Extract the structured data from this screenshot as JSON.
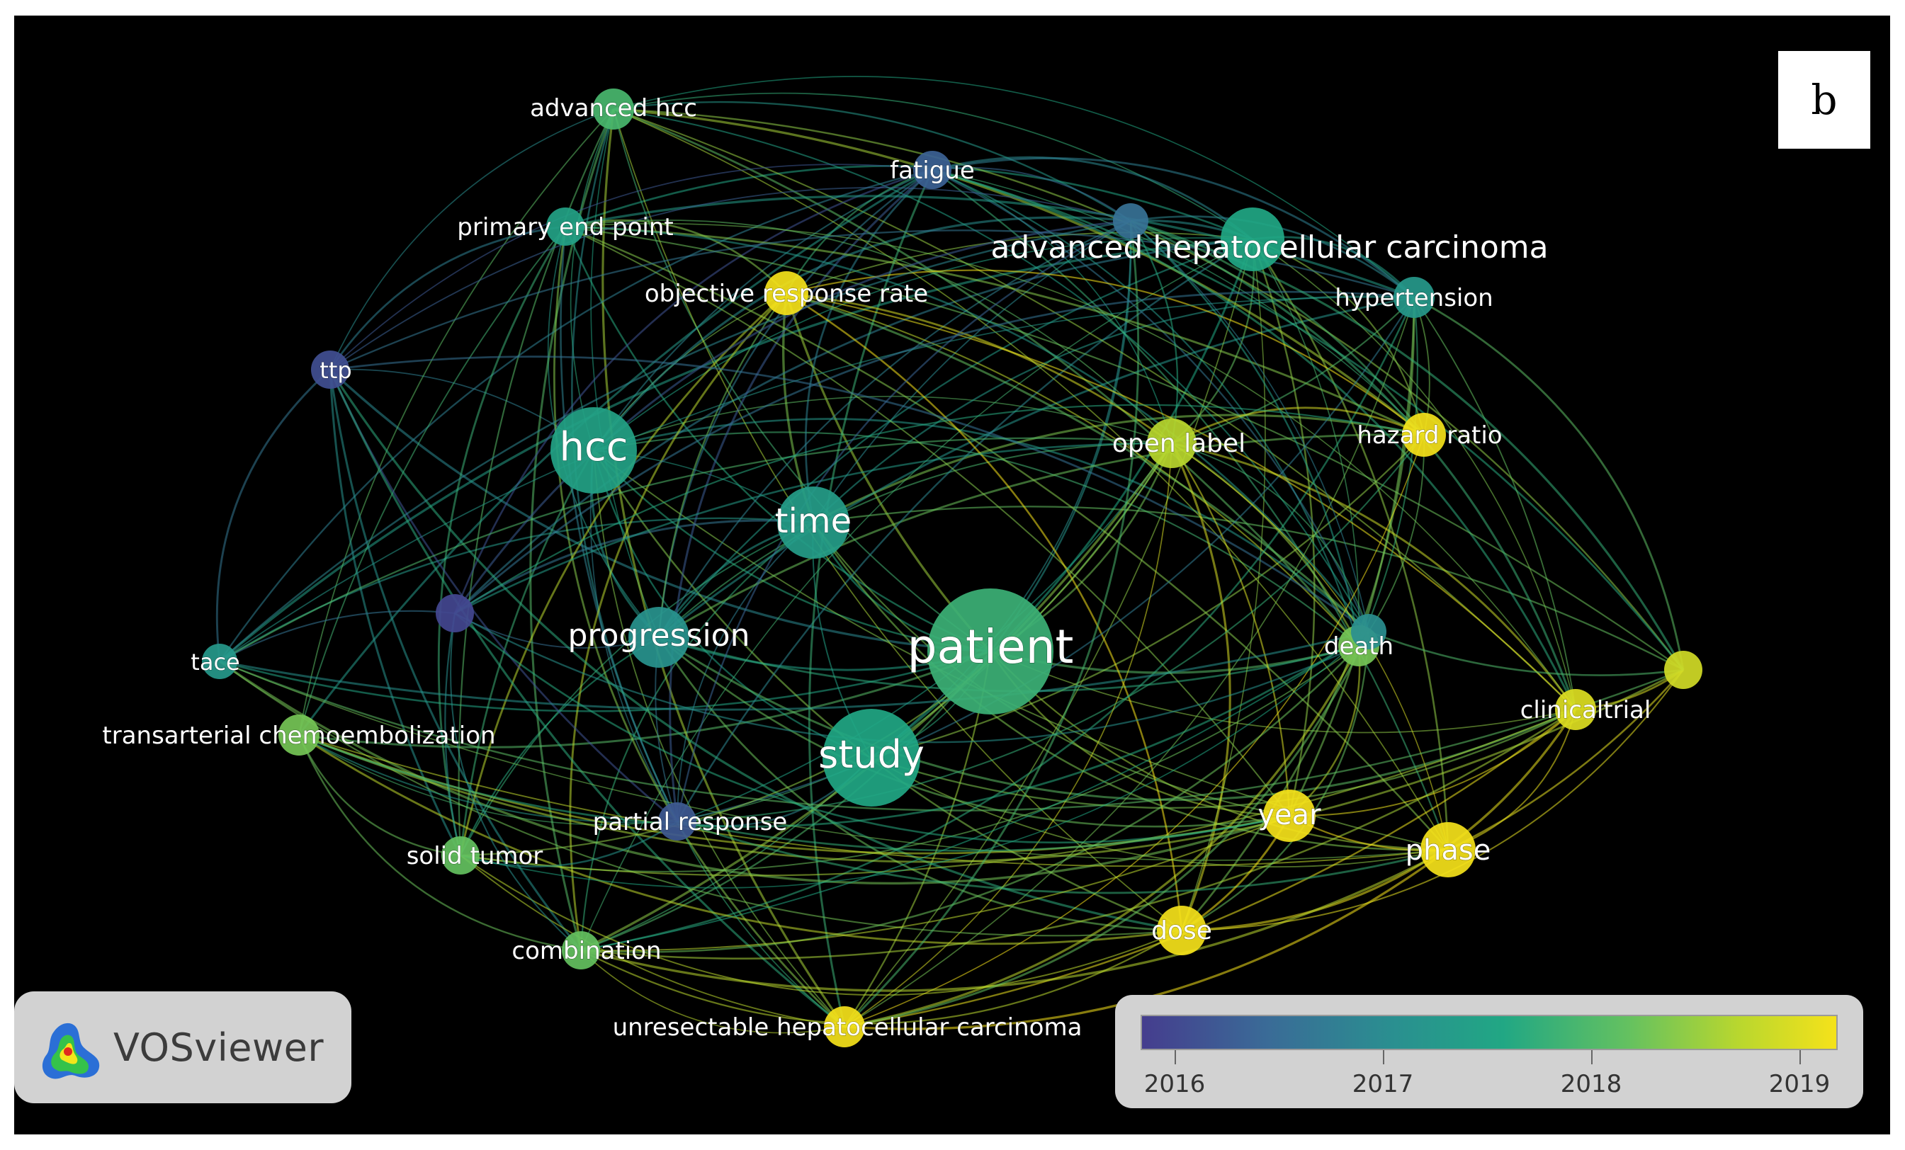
{
  "panel_label": "b",
  "brand": {
    "name": "VOSviewer",
    "icon": "vosviewer-logo-icon"
  },
  "legend": {
    "ticks": [
      {
        "label": "2016",
        "year": 2016
      },
      {
        "label": "2017",
        "year": 2017
      },
      {
        "label": "2018",
        "year": 2018
      },
      {
        "label": "2019",
        "year": 2019
      }
    ],
    "gradient_colors": [
      "#453d8e",
      "#3a6b97",
      "#2a8f90",
      "#21a784",
      "#64c160",
      "#b9d72e",
      "#f5e21a"
    ]
  },
  "nodes": [
    {
      "id": "patient",
      "label": "patient",
      "size": 4.0,
      "year": 2017.7
    },
    {
      "id": "study",
      "label": "study",
      "size": 3.0,
      "year": 2017.5
    },
    {
      "id": "hcc",
      "label": "hcc",
      "size": 2.6,
      "year": 2017.4
    },
    {
      "id": "time",
      "label": "time",
      "size": 2.1,
      "year": 2017.3
    },
    {
      "id": "progression",
      "label": "progression",
      "size": 1.7,
      "year": 2017.1
    },
    {
      "id": "advanced-hepatocellular-carcinoma",
      "label": "advanced hepatocellular carcinoma",
      "size": 1.8,
      "year": 2017.5
    },
    {
      "id": "advanced-hcc",
      "label": "advanced hcc",
      "size": 1.0,
      "year": 2017.8
    },
    {
      "id": "fatigue",
      "label": "fatigue",
      "size": 0.9,
      "year": 2016.4
    },
    {
      "id": "primary-end-point",
      "label": "primary end point",
      "size": 0.9,
      "year": 2017.4
    },
    {
      "id": "objective-response-rate",
      "label": "objective response rate",
      "size": 1.1,
      "year": 2019.0
    },
    {
      "id": "hypertension",
      "label": "hypertension",
      "size": 1.0,
      "year": 2017.2
    },
    {
      "id": "ttp",
      "label": "ttp",
      "size": 0.9,
      "year": 2016.2
    },
    {
      "id": "open-label",
      "label": "open label",
      "size": 1.3,
      "year": 2018.5
    },
    {
      "id": "hazard-ratio",
      "label": "hazard ratio",
      "size": 1.1,
      "year": 2019.0
    },
    {
      "id": "death",
      "label": "death",
      "size": 1.0,
      "year": 2018.1
    },
    {
      "id": "tace",
      "label": "tace",
      "size": 0.8,
      "year": 2017.2
    },
    {
      "id": "transarterial-chemoembolization",
      "label": "transarterial chemoembolization",
      "size": 1.0,
      "year": 2018.1
    },
    {
      "id": "clinicaltrial",
      "label": "clinicaltrial",
      "size": 1.0,
      "year": 2018.8
    },
    {
      "id": "partial-response",
      "label": "partial response",
      "size": 0.9,
      "year": 2016.3
    },
    {
      "id": "year",
      "label": "year",
      "size": 1.4,
      "year": 2019.0
    },
    {
      "id": "phase",
      "label": "phase",
      "size": 1.5,
      "year": 2019.0
    },
    {
      "id": "solid-tumor",
      "label": "solid tumor",
      "size": 0.9,
      "year": 2018.0
    },
    {
      "id": "dose",
      "label": "dose",
      "size": 1.3,
      "year": 2019.0
    },
    {
      "id": "combination",
      "label": "combination",
      "size": 0.9,
      "year": 2018.0
    },
    {
      "id": "unresectable-hepatocellular-carcinoma",
      "label": "unresectable hepatocellular carcinoma",
      "size": 1.0,
      "year": 2019.0
    },
    {
      "id": "unlabeled-purple",
      "label": "",
      "size": 0.9,
      "year": 2016.1
    },
    {
      "id": "unlabeled-lime",
      "label": "",
      "size": 0.9,
      "year": 2018.7
    },
    {
      "id": "unlabeled-teal",
      "label": "",
      "size": 0.8,
      "year": 2017.0
    },
    {
      "id": "unlabeled-blue",
      "label": "",
      "size": 0.8,
      "year": 2016.6
    }
  ]
}
